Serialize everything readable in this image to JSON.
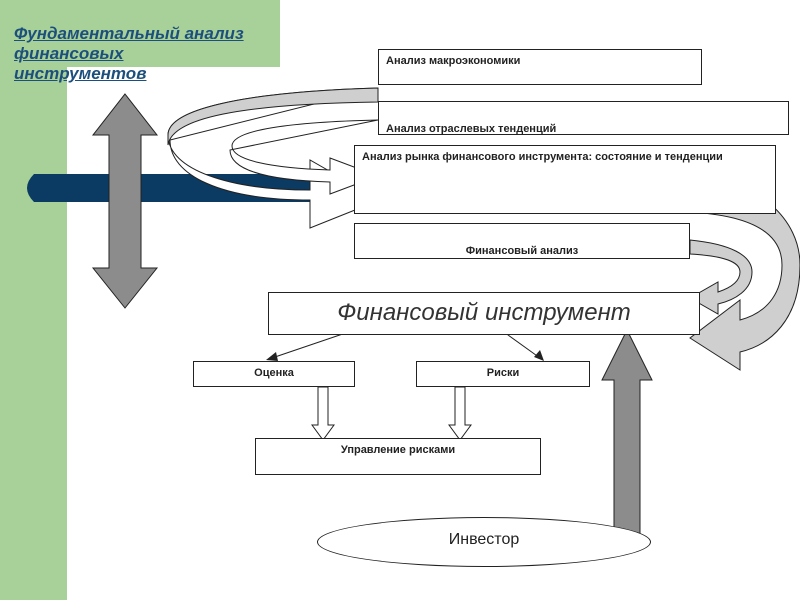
{
  "title": {
    "line1": "Фундаментальный анализ",
    "line2": "финансовых",
    "line3": "инструментов"
  },
  "boxes": {
    "macro": "Анализ макроэкономики",
    "industry": "Анализ  отраслевых тенденций",
    "market": "Анализ рынка финансового инструмента: состояние и тенденции",
    "fin_analysis": "Финансовый  анализ",
    "instrument": "Финансовый инструмент",
    "valuation": "Оценка",
    "risks": "Риски",
    "risk_mgmt": "Управление рисками",
    "investor": "Инвестор"
  },
  "colors": {
    "green": "#a8d19a",
    "navy_bar": "#0b3a63",
    "title_text": "#1d4f7c",
    "arrow_fill": "#8c8c8c",
    "ribbon_fill": "#cfcfcf"
  }
}
